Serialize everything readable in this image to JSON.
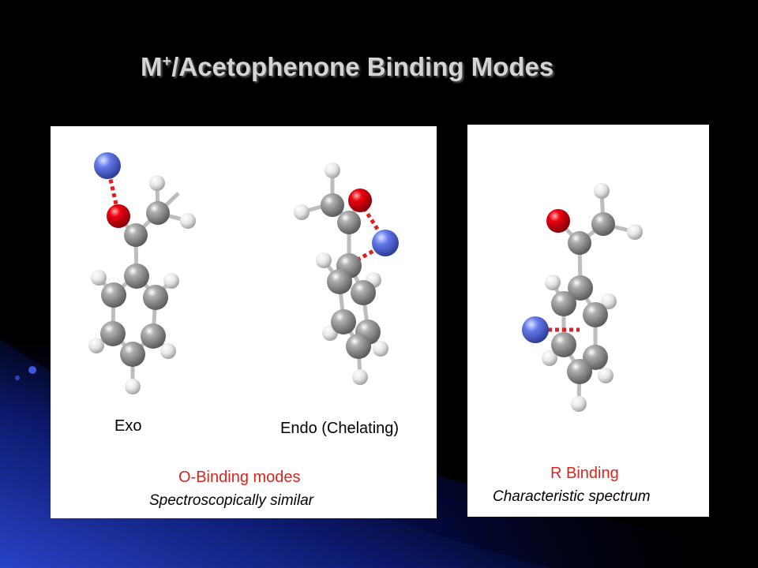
{
  "title": {
    "main": "M",
    "superscript": "+",
    "rest": "/Acetophenone Binding Modes"
  },
  "left_panel": {
    "exo_label": "Exo",
    "endo_label": "Endo (Chelating)",
    "group_label": "O-Binding modes",
    "group_note": "Spectroscopically similar"
  },
  "right_panel": {
    "group_label": "R Binding",
    "group_note": "Characteristic spectrum"
  },
  "colors": {
    "background": "#000000",
    "accent_blue": "#1a2e8a",
    "metal_atom": "#5b6fe0",
    "oxygen_atom": "#e00010",
    "carbon_atom": "#8a8a8a",
    "hydrogen_atom": "#e8e8e8",
    "interaction_line": "#e02020",
    "caption_red": "#d9261c"
  }
}
